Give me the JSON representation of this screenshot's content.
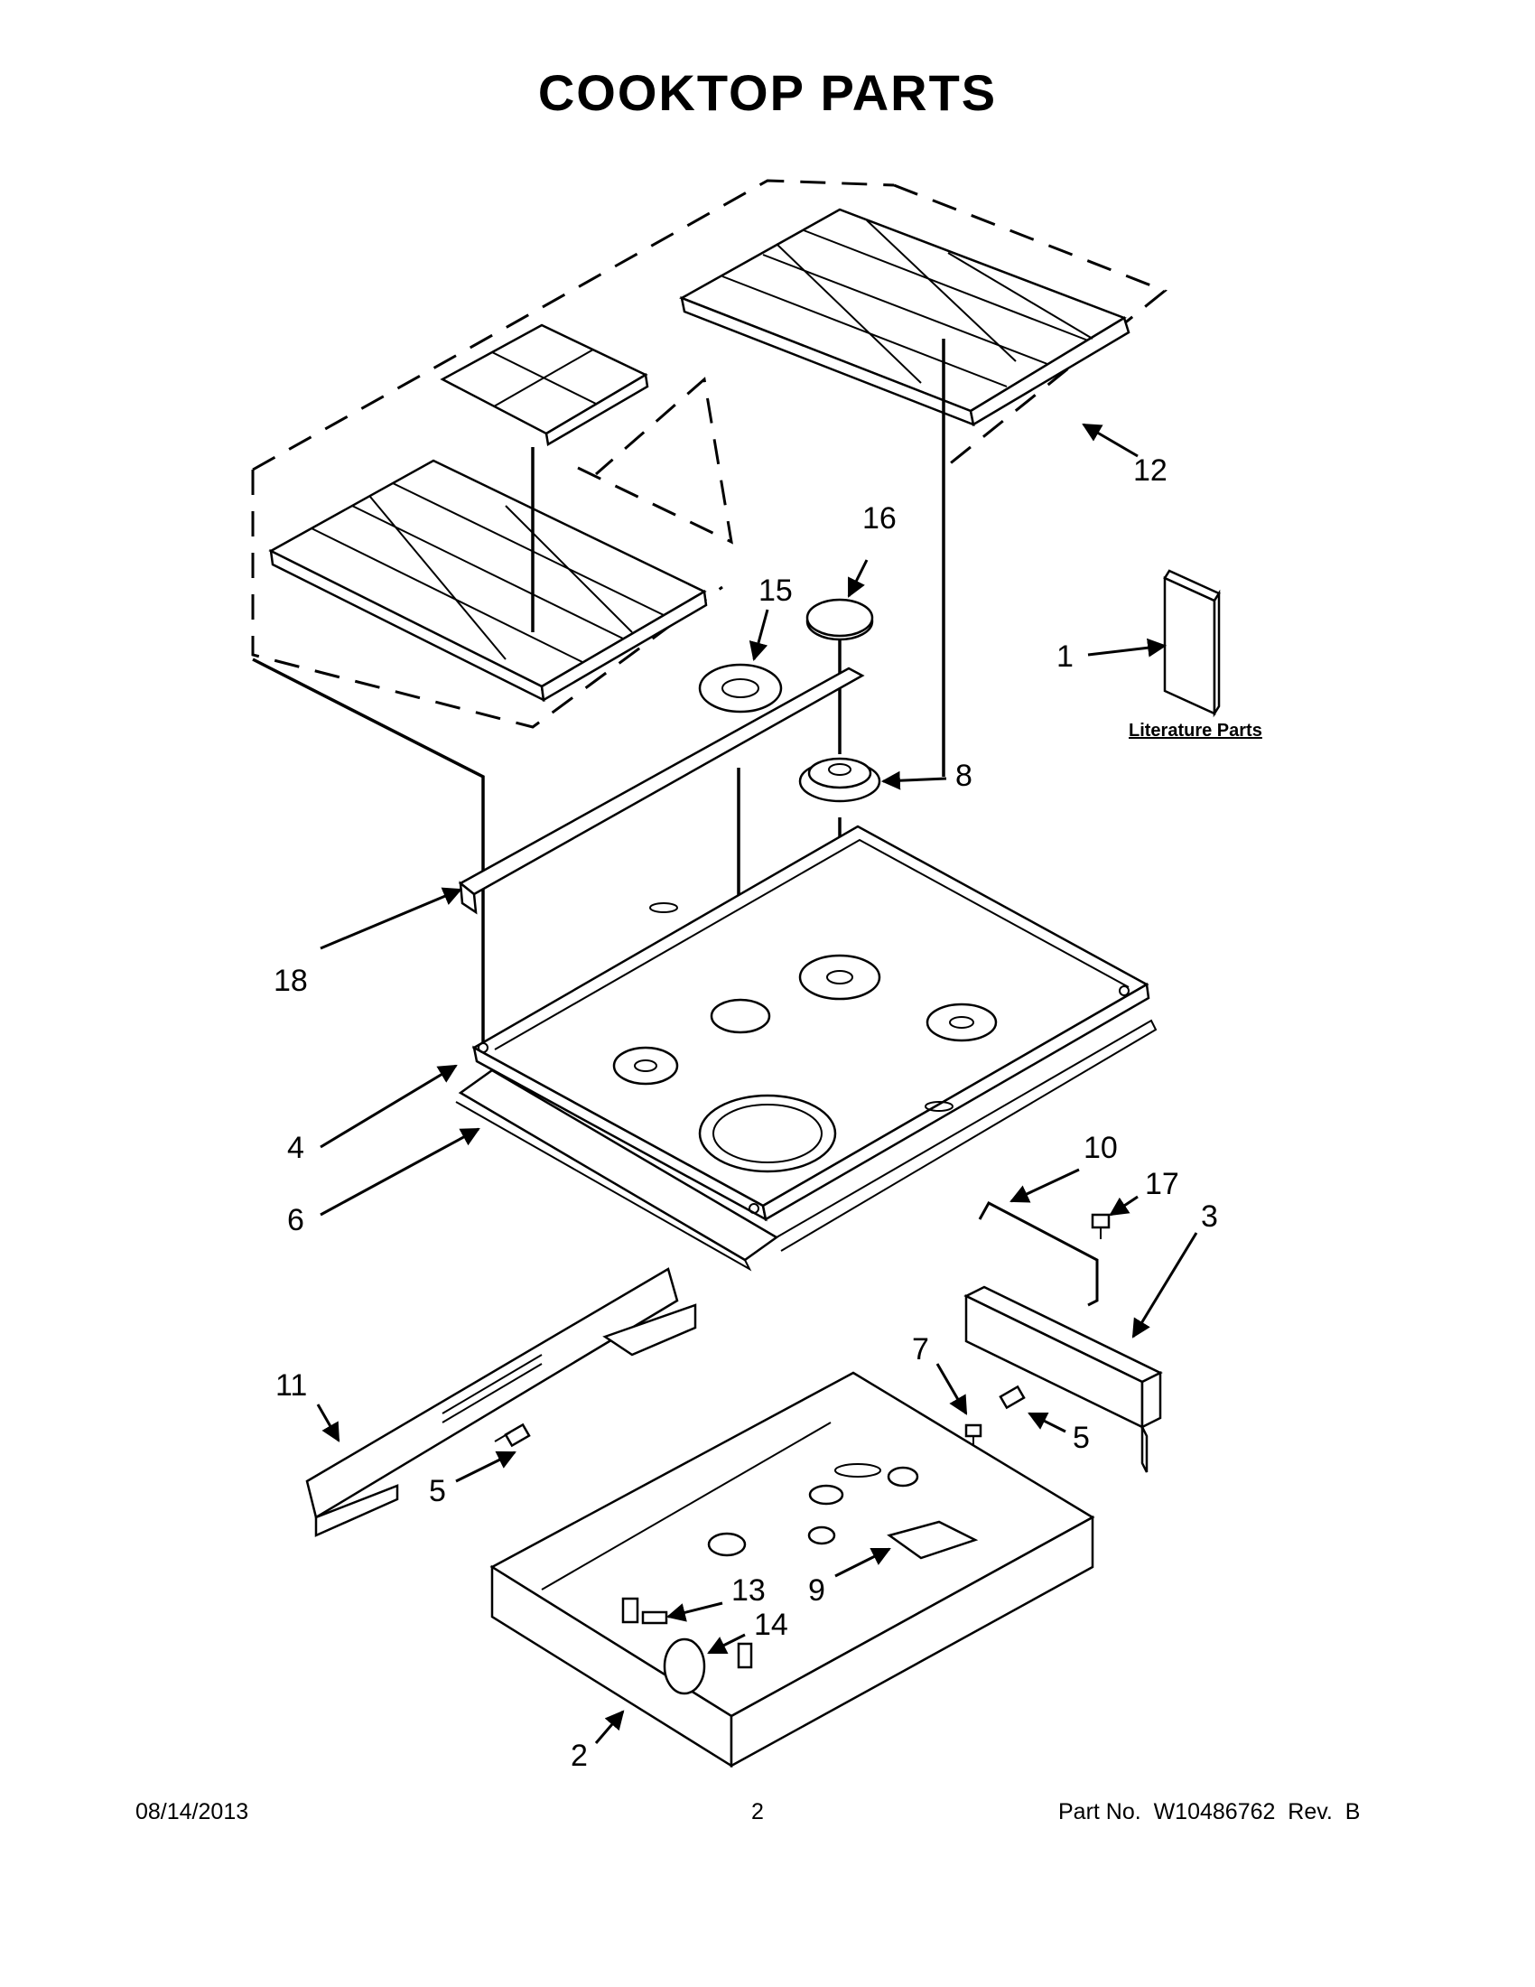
{
  "title": "COOKTOP PARTS",
  "literature_label": "Literature Parts",
  "callouts": {
    "c1": "1",
    "c2": "2",
    "c3": "3",
    "c4": "4",
    "c5a": "5",
    "c5b": "5",
    "c6": "6",
    "c7": "7",
    "c8": "8",
    "c9": "9",
    "c10": "10",
    "c11": "11",
    "c12": "12",
    "c13": "13",
    "c14": "14",
    "c15": "15",
    "c16": "16",
    "c17": "17",
    "c18": "18"
  },
  "footer": {
    "date": "08/14/2013",
    "page": "2",
    "part_no": "Part No.  W10486762  Rev.  B"
  }
}
